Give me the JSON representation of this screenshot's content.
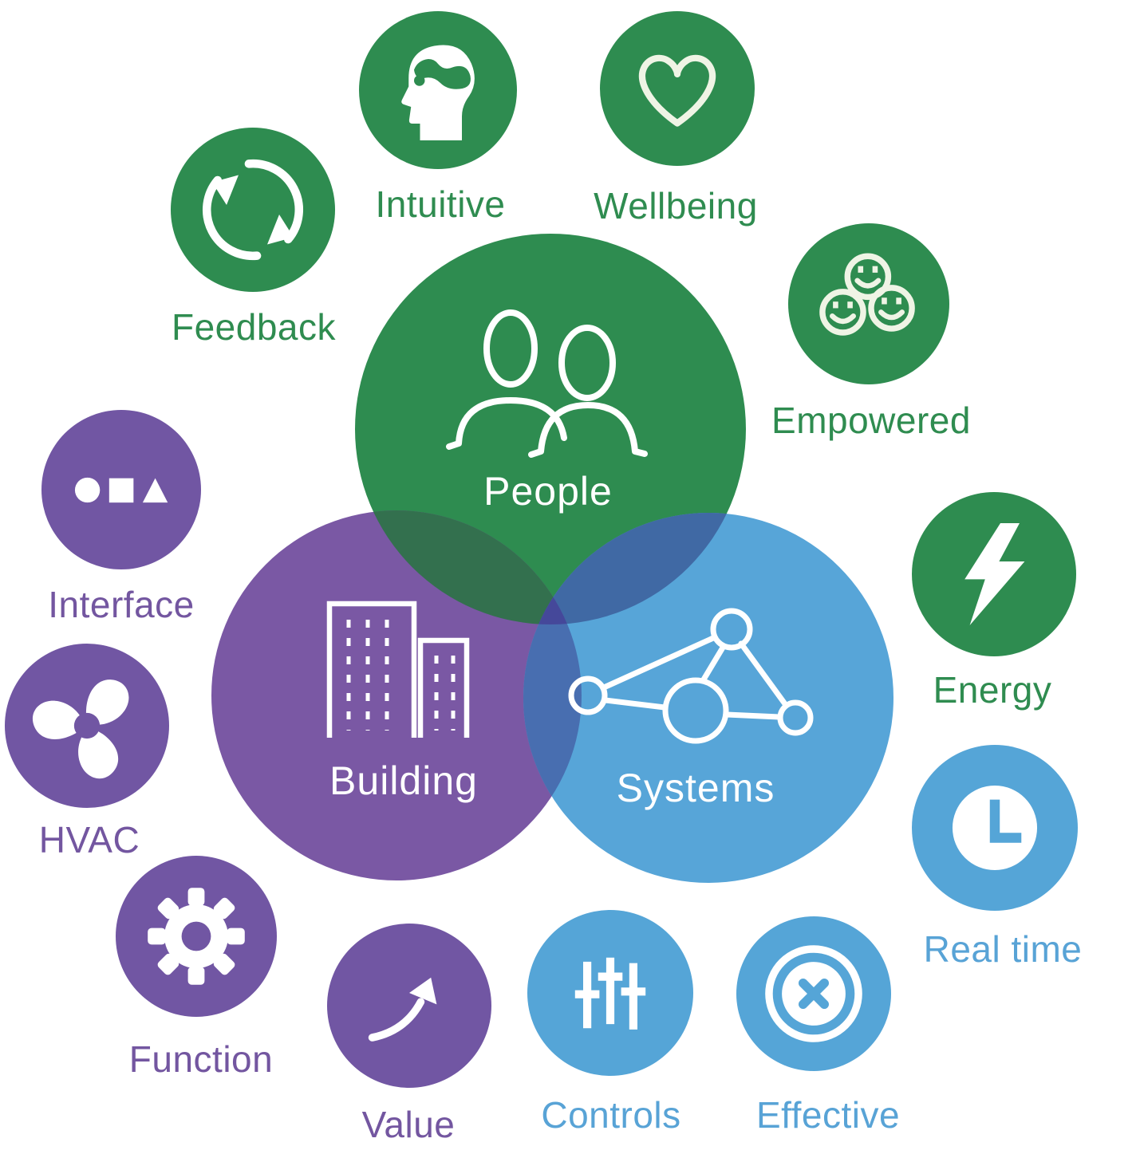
{
  "colors": {
    "green": "#2E8C50",
    "purple_main": "#7A58A4",
    "purple_satellite": "#7156A3",
    "blue": "#57A5D8",
    "overlap_green_purple": "#33704E",
    "overlap_green_blue": "#4069A4",
    "overlap_purple_blue": "#486EB0",
    "overlap_center": "#45489A",
    "icon_white": "#FFFFFF",
    "icon_cream": "#EFF4E5"
  },
  "venn": {
    "circles": [
      {
        "id": "people",
        "label": "People",
        "icon": "people-icon",
        "color": "#2E8C50"
      },
      {
        "id": "building",
        "label": "Building",
        "icon": "building-icon",
        "color": "#7A58A4"
      },
      {
        "id": "systems",
        "label": "Systems",
        "icon": "network-icon",
        "color": "#57A5D8"
      }
    ]
  },
  "satellites": [
    {
      "label": "Intuitive",
      "icon": "head-brain-icon",
      "group": "green"
    },
    {
      "label": "Wellbeing",
      "icon": "heart-icon",
      "group": "green"
    },
    {
      "label": "Feedback",
      "icon": "cycle-arrows-icon",
      "group": "green"
    },
    {
      "label": "Empowered",
      "icon": "smiley-faces-icon",
      "group": "green"
    },
    {
      "label": "Energy",
      "icon": "lightning-bolt-icon",
      "group": "green"
    },
    {
      "label": "Interface",
      "icon": "shapes-icon",
      "group": "purple"
    },
    {
      "label": "HVAC",
      "icon": "fan-icon",
      "group": "purple"
    },
    {
      "label": "Function",
      "icon": "gear-icon",
      "group": "purple"
    },
    {
      "label": "Value",
      "icon": "rising-arrow-icon",
      "group": "purple"
    },
    {
      "label": "Real time",
      "icon": "clock-icon",
      "group": "blue"
    },
    {
      "label": "Controls",
      "icon": "sliders-icon",
      "group": "blue"
    },
    {
      "label": "Effective",
      "icon": "target-x-icon",
      "group": "blue"
    }
  ]
}
